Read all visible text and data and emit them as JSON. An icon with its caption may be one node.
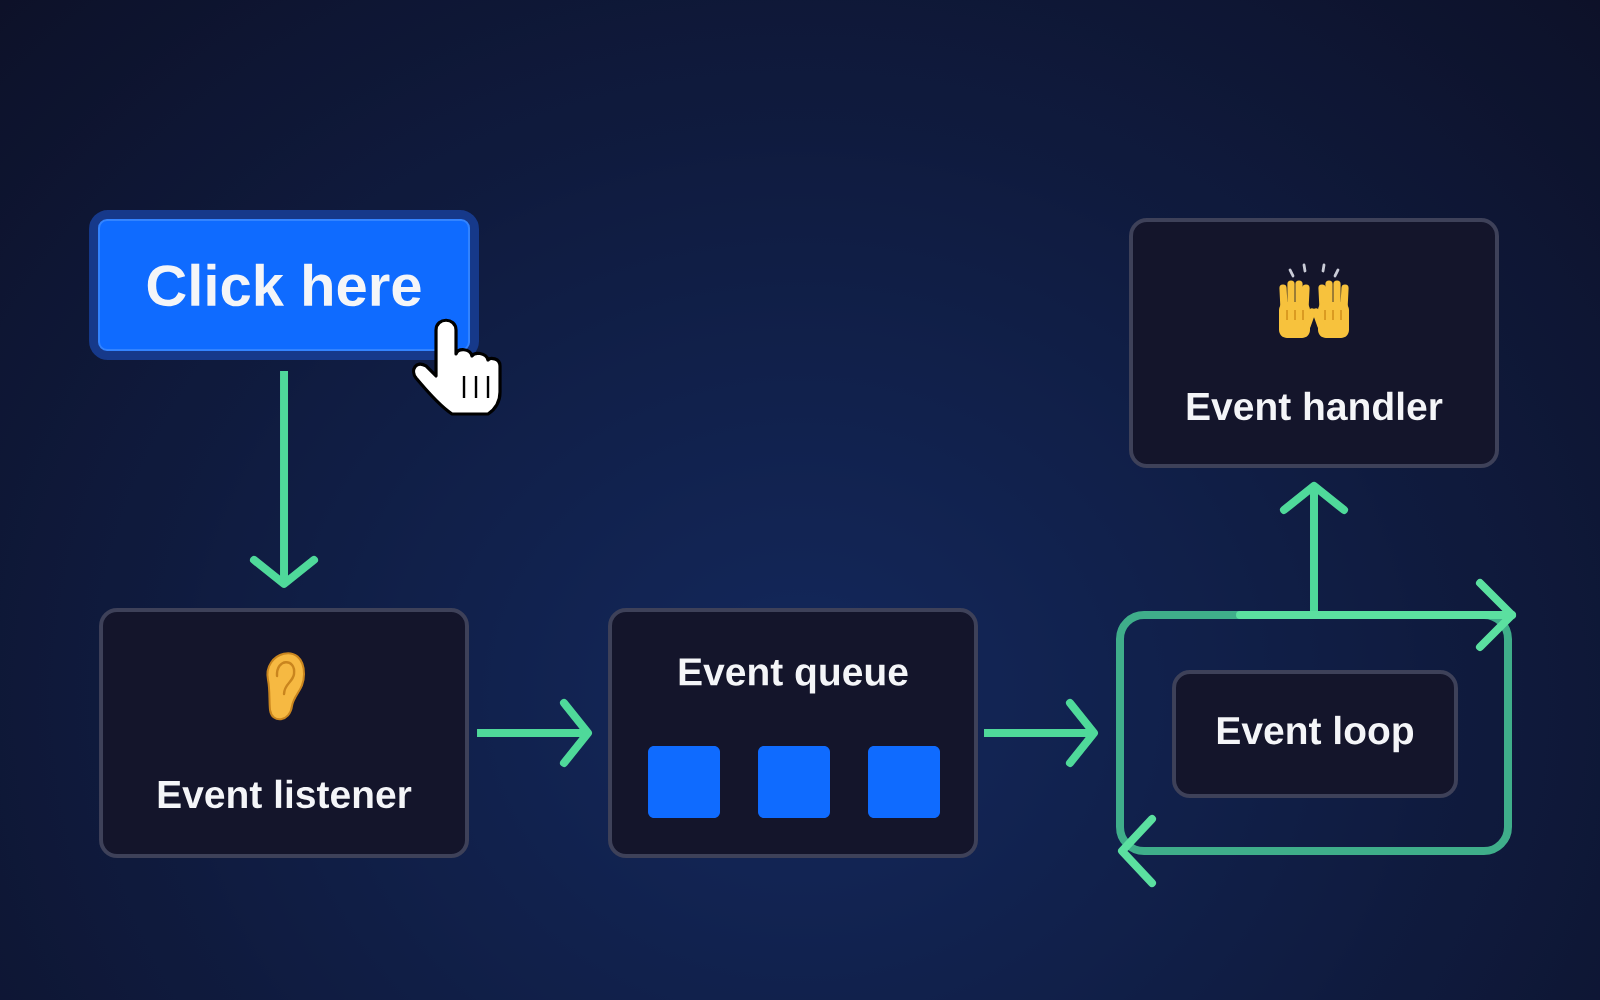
{
  "diagram": {
    "nodes": [
      {
        "text": [
          "Click here"
        ]
      },
      {
        "text": [
          "Event listener"
        ]
      },
      {
        "text": [
          "Event queue"
        ]
      },
      {
        "text": [],
        "shape": "box"
      },
      {
        "text": [
          "Event loop"
        ],
        "in": 3
      },
      {
        "text": [
          "Event handler"
        ]
      }
    ],
    "edges": [
      {
        "from": 0,
        "to": 1,
        "arrow": "to"
      },
      {
        "from": 1,
        "to": 2,
        "arrow": "to"
      },
      {
        "from": 2,
        "to": 3,
        "arrow": "to"
      },
      {
        "from": 3,
        "to": 5,
        "arrow": "to"
      }
    ]
  }
}
